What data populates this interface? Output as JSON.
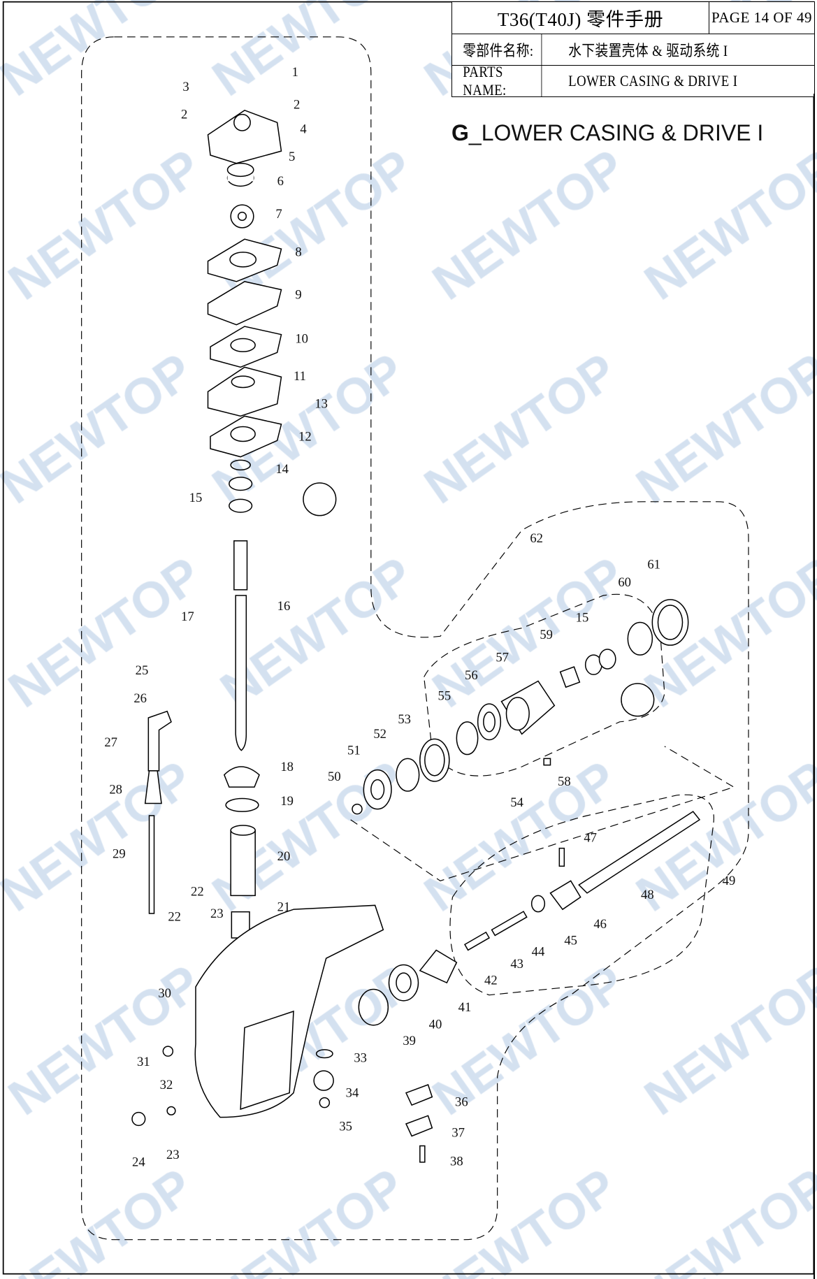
{
  "header": {
    "title": "T36(T40J) 零件手册",
    "page": "PAGE 14 OF 49",
    "cn_label": "零部件名称:",
    "cn_value": "水下装置壳体 & 驱动系统 I",
    "en_label": "PARTS NAME:",
    "en_value": "LOWER CASING & DRIVE  I"
  },
  "section": {
    "letter": "G",
    "title": "_LOWER CASING & DRIVE I"
  },
  "watermark": {
    "text": "NEWTOP",
    "color": "#c9d9ec"
  },
  "callouts": [
    "1",
    "3",
    "2",
    "2",
    "4",
    "5",
    "6",
    "7",
    "8",
    "9",
    "10",
    "11",
    "13",
    "12",
    "14",
    "15",
    "16",
    "17",
    "25",
    "26",
    "27",
    "28",
    "18",
    "19",
    "20",
    "29",
    "22",
    "23",
    "22",
    "21",
    "30",
    "31",
    "32",
    "24",
    "23",
    "33",
    "34",
    "35",
    "36",
    "37",
    "38",
    "39",
    "40",
    "41",
    "42",
    "43",
    "44",
    "45",
    "46",
    "47",
    "48",
    "49",
    "50",
    "51",
    "52",
    "53",
    "54",
    "55",
    "56",
    "57",
    "58",
    "59",
    "15",
    "60",
    "61",
    "62"
  ]
}
